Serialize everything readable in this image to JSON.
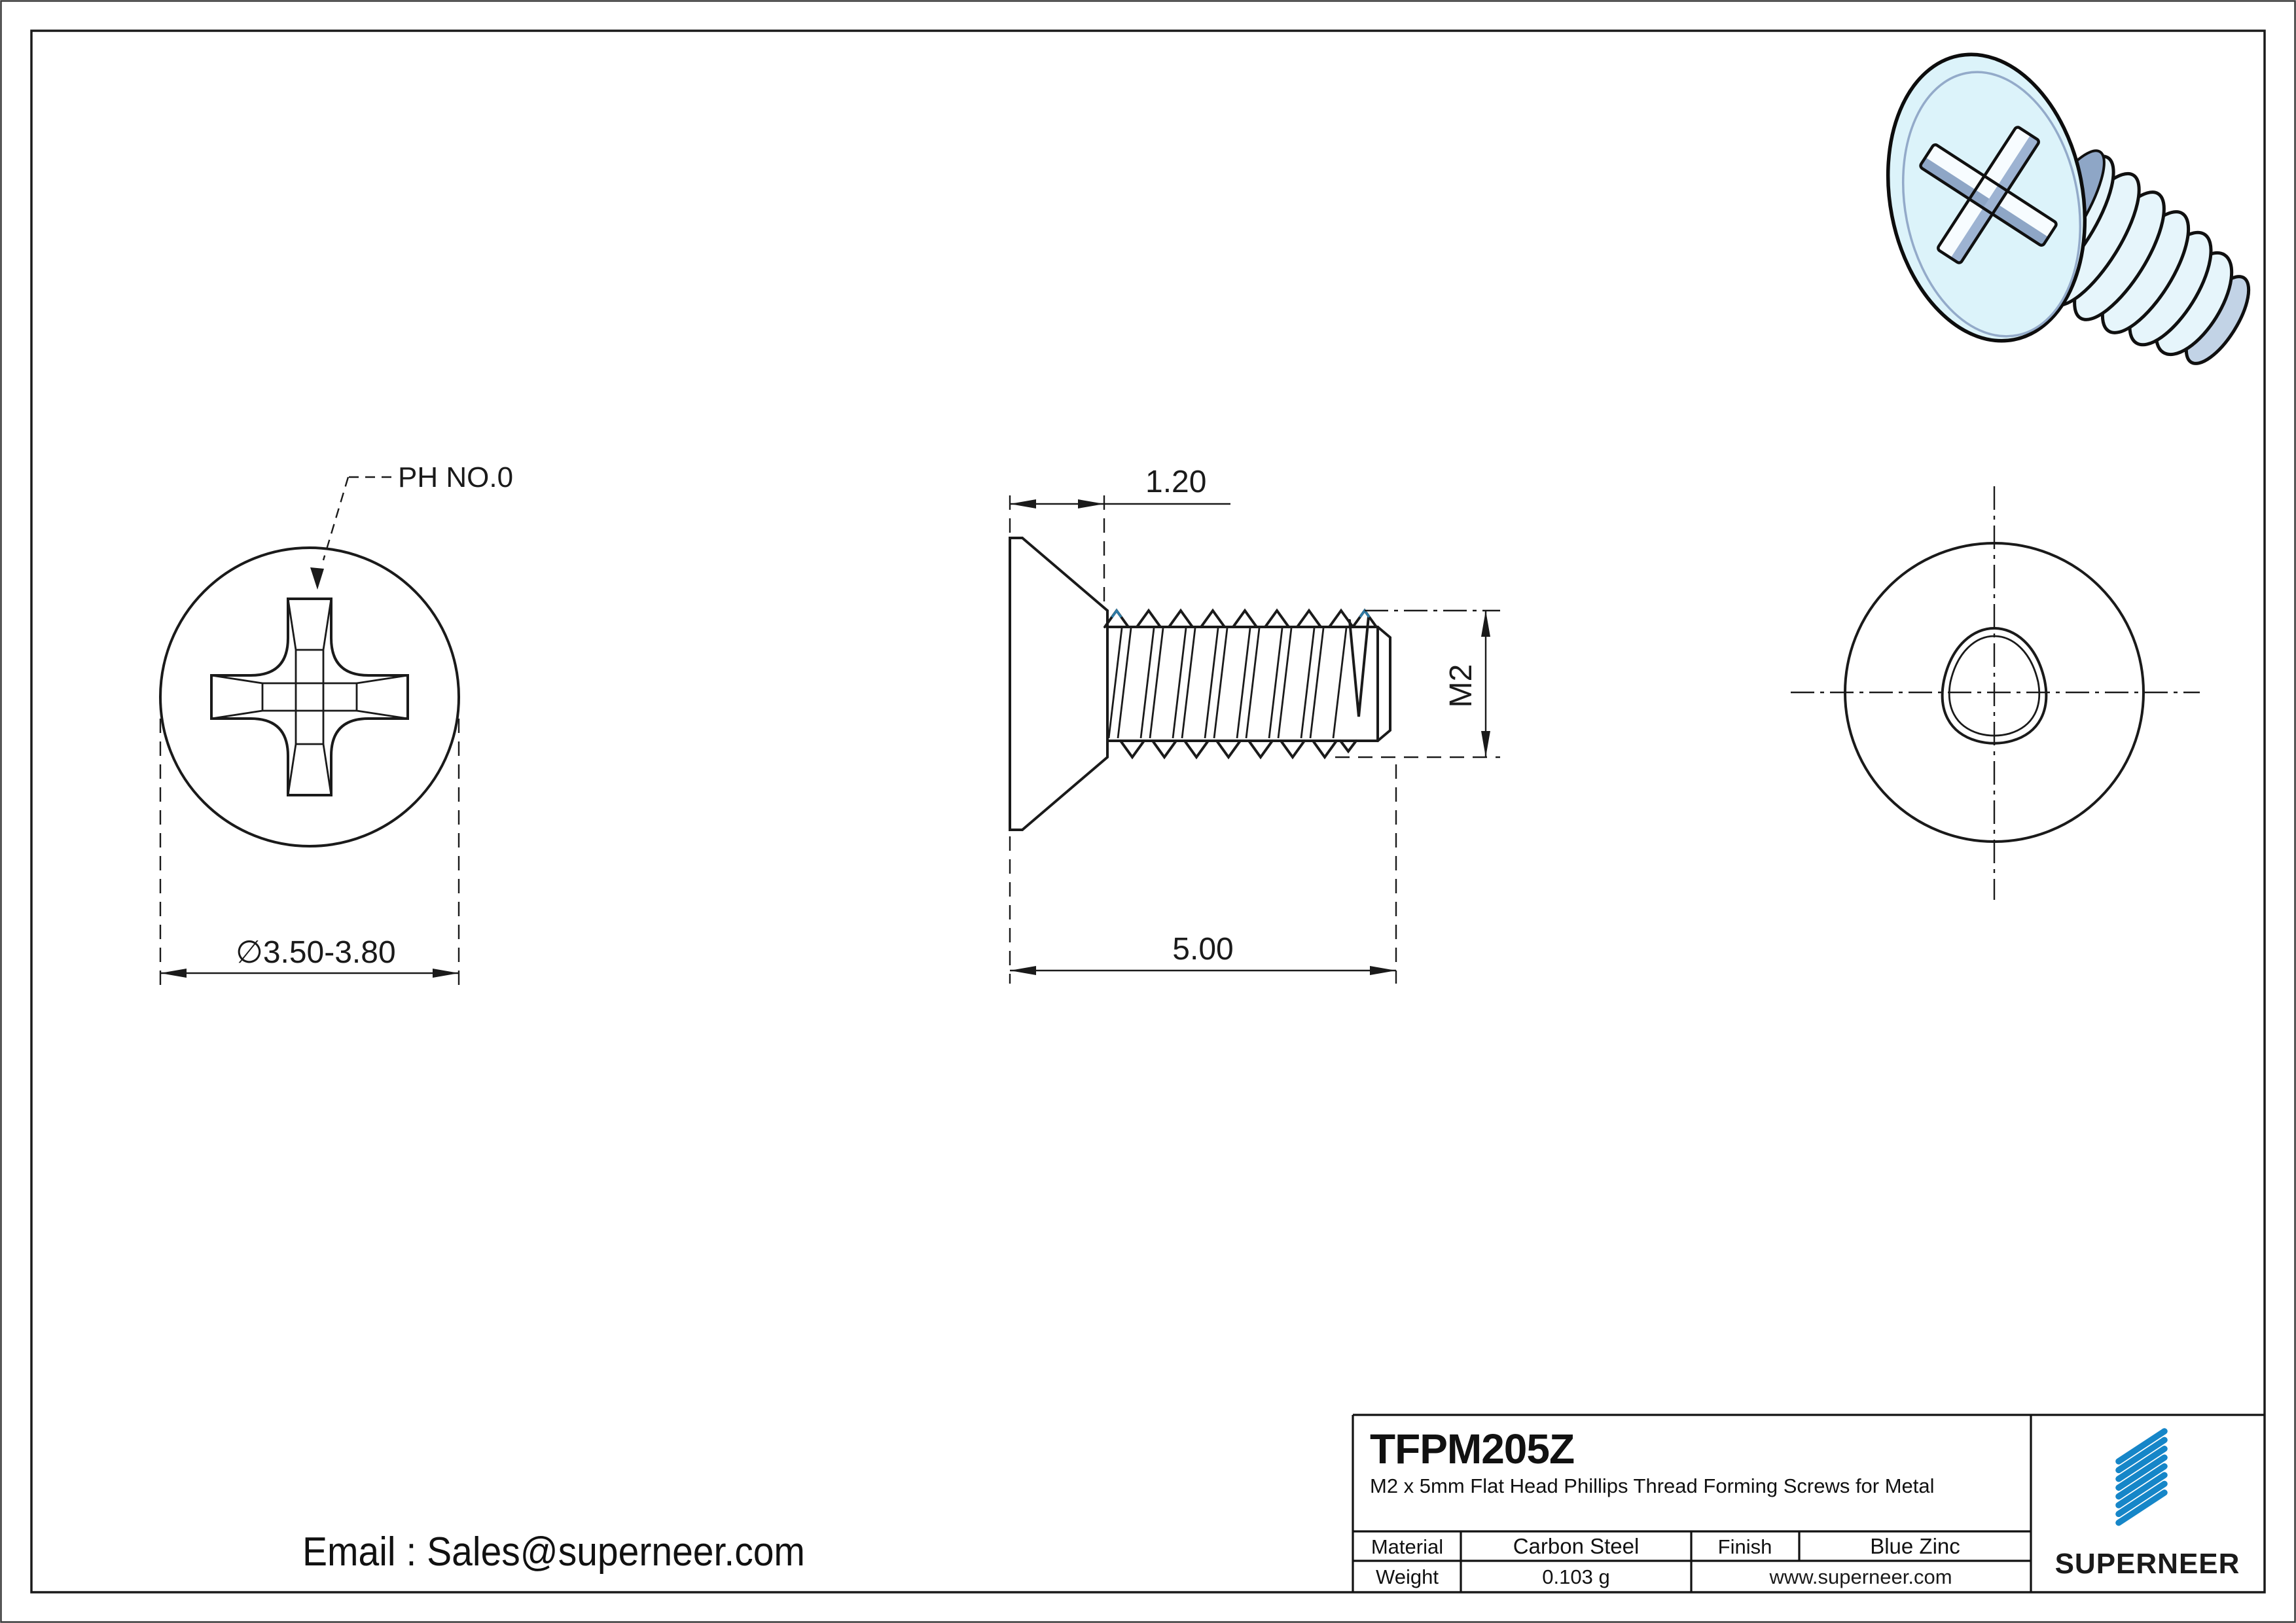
{
  "front": {
    "label": "PH NO.0",
    "dia": "∅3.50-3.80"
  },
  "side": {
    "depth": "1.20",
    "length": "5.00",
    "thread": "M2"
  },
  "tb": {
    "part": "TFPM205Z",
    "desc": "M2 x 5mm Flat Head Phillips Thread Forming Screws for Metal",
    "material_label": "Material",
    "material": "Carbon Steel",
    "finish_label": "Finish",
    "finish": "Blue Zinc",
    "weight_label": "Weight",
    "weight": "0.103 g",
    "website": "www.superneer.com"
  },
  "brand": {
    "name": "SUPERNEER",
    "color": "#1686c8"
  },
  "footer": {
    "email": "Email : Sales@superneer.com"
  },
  "colors": {
    "line": "#1a1a1a",
    "link_blue": "#1686c8",
    "thread_highlight": "#2e7ba6",
    "render_light": "#dcf3fa",
    "render_shadow": "#8ea6c6"
  }
}
